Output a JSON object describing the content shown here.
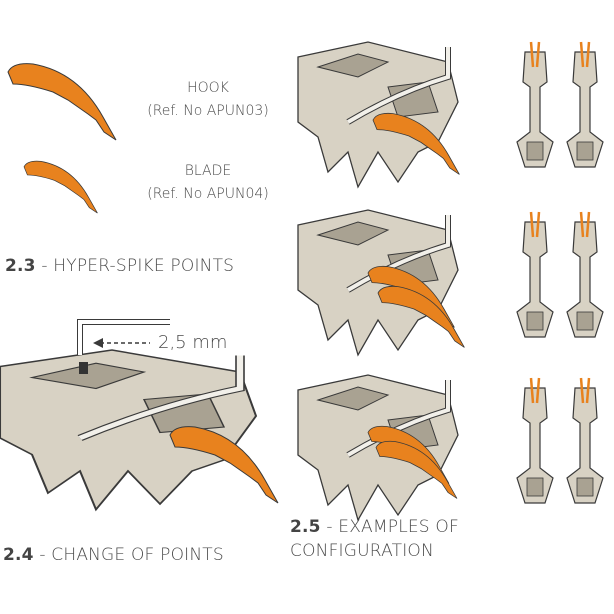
{
  "points": [
    {
      "name": "HOOK",
      "ref": "(Ref. No APUN03)"
    },
    {
      "name": "BLADE",
      "ref": "(Ref. No APUN04)"
    }
  ],
  "sections": {
    "s23": {
      "number": "2.3",
      "title": " - HYPER-SPIKE POINTS"
    },
    "s24": {
      "number": "2.4",
      "title": " - CHANGE OF POINTS",
      "wrench_size": "2,5 mm"
    },
    "s25": {
      "number": "2.5",
      "title_line1": " - EXAMPLES OF",
      "title_line2": "CONFIGURATION"
    }
  },
  "colors": {
    "orange": "#e8821e",
    "metal": "#d8d2c4",
    "outline": "#3a3a3a"
  }
}
